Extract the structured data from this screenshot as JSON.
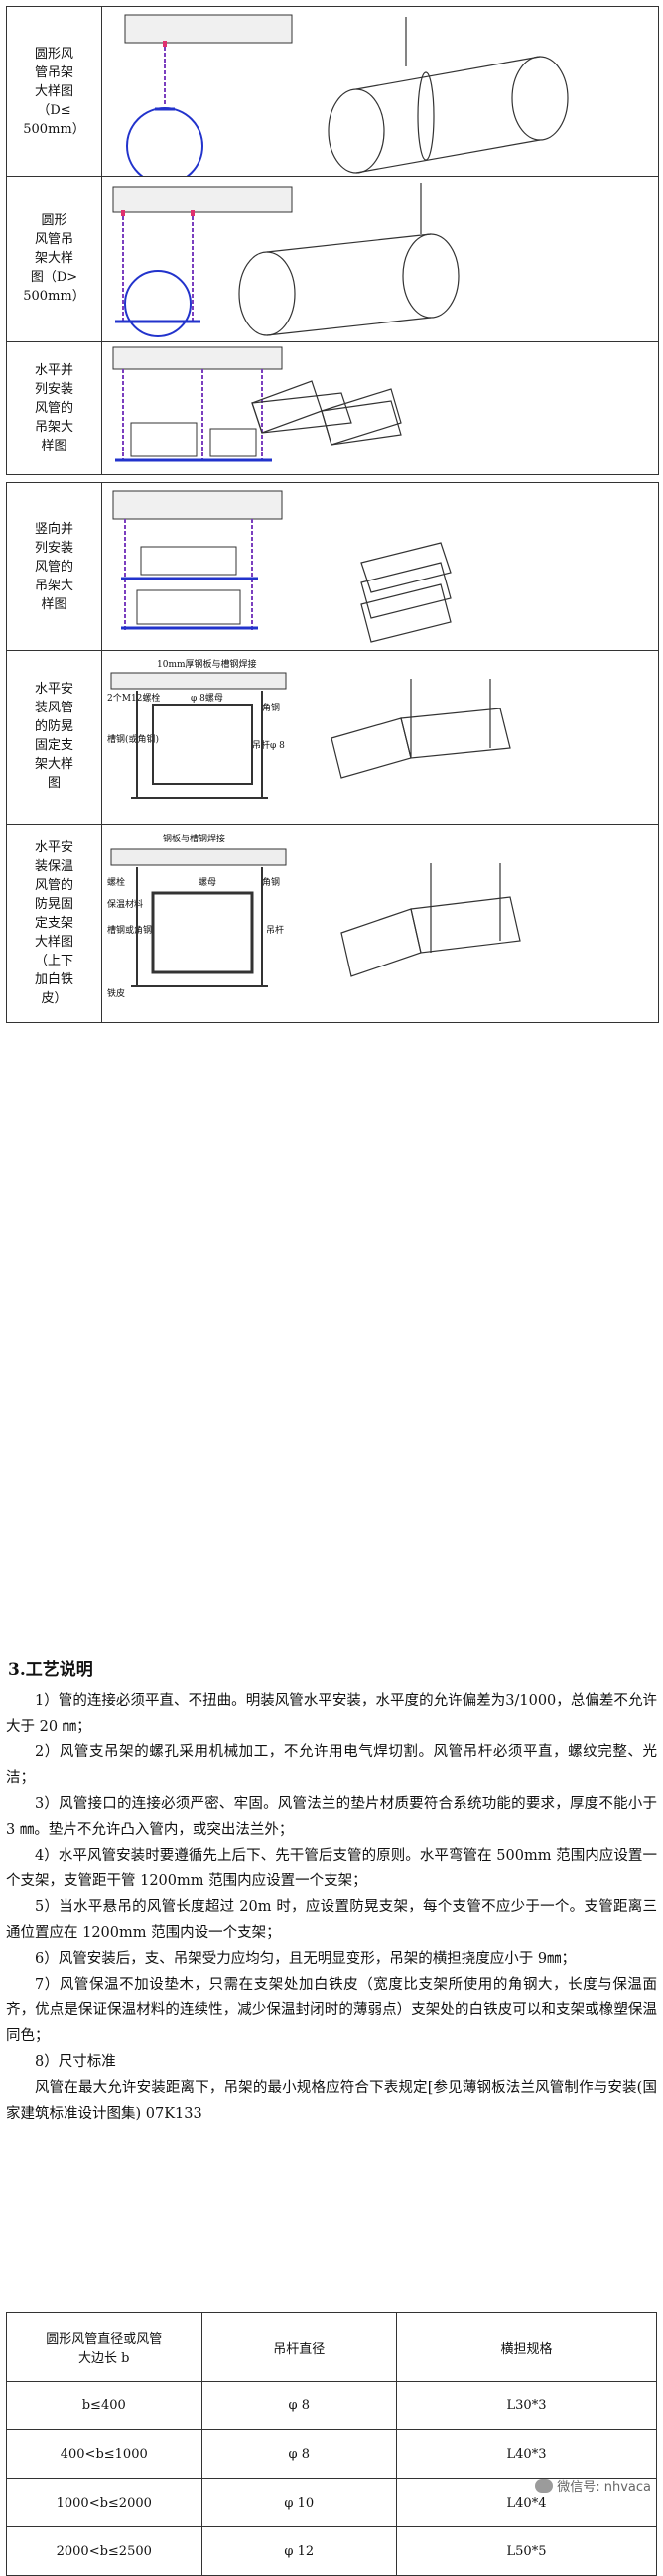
{
  "rows": [
    {
      "label": "圆形风\n管吊架\n大样图\n（D≤\n500mm）"
    },
    {
      "label": "圆形\n风管吊\n架大样\n图（D>\n500mm）"
    },
    {
      "label": "水平并\n列安装\n风管的\n吊架大\n样图"
    },
    {
      "label": "竖向并\n列安装\n风管的\n吊架大\n样图"
    },
    {
      "label": "水平安\n装风管\n的防晃\n固定支\n架大样\n图"
    },
    {
      "label": "水平安\n装保温\n风管的\n防晃固\n定支架\n大样图\n（上下\n加白铁\n皮）"
    }
  ],
  "annotations": {
    "r5_top": "10mm厚钢板与槽钢焊接",
    "r5_bolt": "2个M12螺栓",
    "r5_nut": "φ 8螺母",
    "r5_angle": "角钢",
    "r5_channel": "槽钢(或角钢)",
    "r5_rod": "吊杆φ 8",
    "r6_top": "钢板与槽钢焊接",
    "r6_bolt": "螺栓",
    "r6_nut": "螺母",
    "r6_angle": "角钢",
    "r6_insul": "保温材料",
    "r6_channel": "槽钢或角钢",
    "r6_rod": "吊杆",
    "r6_tin": "铁皮"
  },
  "section": {
    "title": "3.工艺说明",
    "paras": [
      "1）管的连接必须平直、不扭曲。明装风管水平安装，水平度的允许偏差为3/1000，总偏差不允许大于 20 ㎜；",
      "2）风管支吊架的螺孔采用机械加工，不允许用电气焊切割。风管吊杆必须平直，螺纹完整、光洁；",
      "3）风管接口的连接必须严密、牢固。风管法兰的垫片材质要符合系统功能的要求，厚度不能小于 3 ㎜。垫片不允许凸入管内，或突出法兰外；",
      "4）水平风管安装时要遵循先上后下、先干管后支管的原则。水平弯管在 500mm 范围内应设置一个支架，支管距干管 1200mm 范围内应设置一个支架；",
      "5）当水平悬吊的风管长度超过 20m 时，应设置防晃支架，每个支管不应少于一个。支管距离三通位置应在 1200mm 范围内设一个支架；",
      "6）风管安装后，支、吊架受力应均匀，且无明显变形，吊架的横担挠度应小于 9㎜；",
      "7）风管保温不加设垫木，只需在支架处加白铁皮（宽度比支架所使用的角钢大，长度与保温面齐，优点是保证保温材料的连续性，减少保温封闭时的薄弱点）支架处的白铁皮可以和支架或橡塑保温同色；",
      "8）尺寸标准",
      "风管在最大允许安装距离下，吊架的最小规格应符合下表规定[参见薄钢板法兰风管制作与安装(国家建筑标准设计图集) 07K133"
    ]
  },
  "table": {
    "headers": [
      "圆形风管直径或风管\n大边长 b",
      "吊杆直径",
      "横担规格"
    ],
    "rows": [
      [
        "b≤400",
        "φ 8",
        "L30*3"
      ],
      [
        "400<b≤1000",
        "φ 8",
        "L40*3"
      ],
      [
        "1000<b≤2000",
        "φ 10",
        "L40*4"
      ],
      [
        "2000<b≤2500",
        "φ 12",
        "L50*5"
      ]
    ]
  },
  "watermark": "微信号: nhvaca"
}
